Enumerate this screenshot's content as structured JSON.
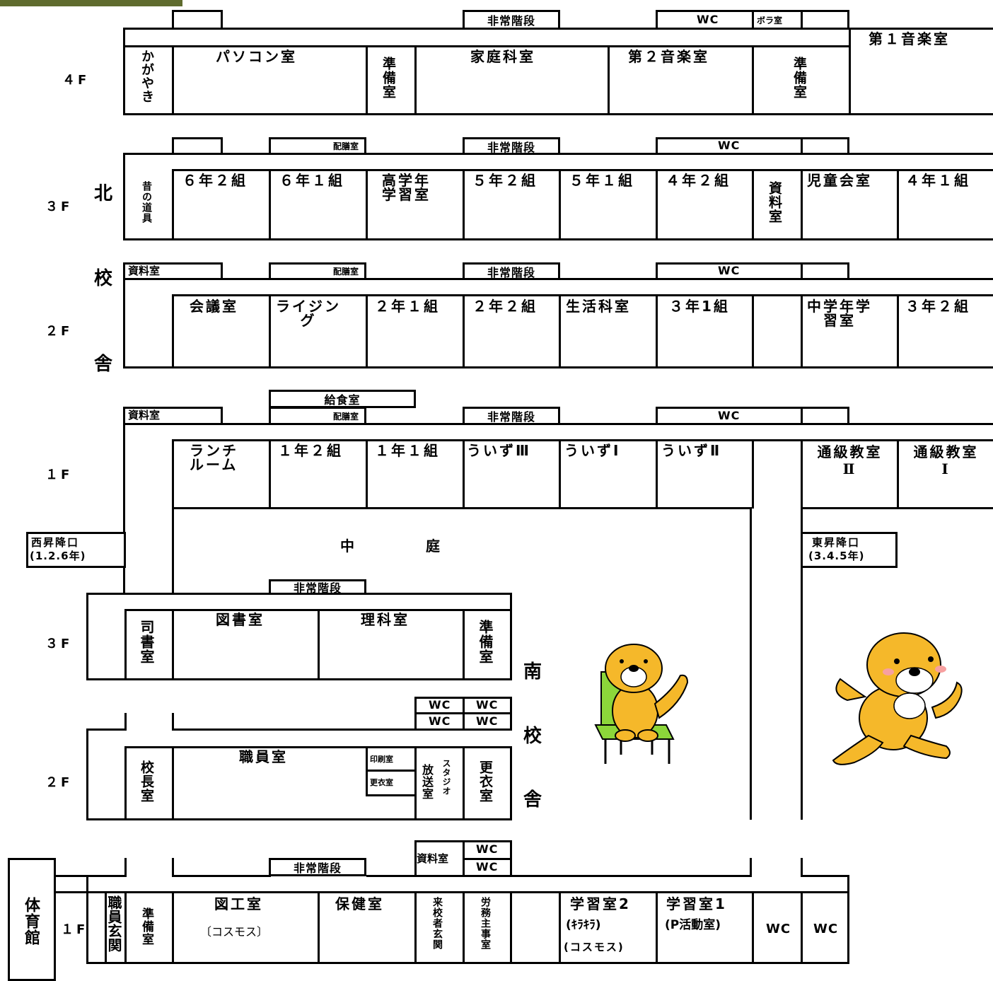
{
  "floors": {
    "f4": "４F",
    "f3_north": "３F",
    "f2_north": "２F",
    "f1_north": "１F",
    "f3_south": "３F",
    "f2_south": "２F",
    "f1_south": "１F"
  },
  "buildings": {
    "north": [
      "北",
      "校",
      "舎"
    ],
    "south": [
      "南",
      "校",
      "舎"
    ]
  },
  "floor4": {
    "emergency_stairs": "非常階段",
    "wc": "WC",
    "volunteer_room": "ボラ室",
    "kagayaki": "かがやき",
    "pc_room": "パソコン室",
    "prep_room_a": "準備室",
    "home_ec_room": "家庭科室",
    "music_room_2": "第２音楽室",
    "prep_room_b": "準備室",
    "music_room_1": "第１音楽室"
  },
  "floor3_north": {
    "serving_room": "配膳室",
    "emergency_stairs": "非常階段",
    "wc": "WC",
    "old_tools": "昔の道具",
    "rooms": [
      "６年２組",
      "６年１組",
      "高学年学習室",
      "５年２組",
      "５年１組",
      "４年２組"
    ],
    "materials_room": "資料室",
    "student_council_room": "児童会室",
    "class_4_1": "４年１組"
  },
  "floor2_north": {
    "materials_room": "資料室",
    "serving_room": "配膳室",
    "emergency_stairs": "非常階段",
    "wc": "WC",
    "meeting_room": "会議室",
    "rising": "ライジング",
    "class_2_1": "２年１組",
    "class_2_2": "２年２組",
    "life_science_room": "生活科室",
    "class_3_1": "３年1組",
    "middle_grade_room": "中学年学習室",
    "class_3_2": "３年２組"
  },
  "floor1_north": {
    "kitchen": "給食室",
    "materials_room": "資料室",
    "serving_room": "配膳室",
    "emergency_stairs": "非常階段",
    "wc": "WC",
    "lunch_room": "ランチルーム",
    "class_1_2": "１年２組",
    "class_1_1": "１年１組",
    "wiz_3": "ういずⅢ",
    "wiz_1": "ういずⅠ",
    "wiz_2": "ういずⅡ",
    "resource_room_2_line1": "通級教室",
    "resource_room_2_line2": "Ⅱ",
    "resource_room_1_line1": "通級教室",
    "resource_room_1_line2": "Ⅰ"
  },
  "courtyard": {
    "label_a": "中",
    "label_b": "庭",
    "west_entrance_line1": "西昇降口",
    "west_entrance_line2": "(1.2.6年)",
    "east_entrance_line1": "東昇降口",
    "east_entrance_line2": "(3.4.5年)"
  },
  "floor3_south": {
    "emergency_stairs": "非常階段",
    "librarian_room": "司書室",
    "library": "図書室",
    "science_room": "理科室",
    "prep_room": "準備室"
  },
  "floor2_south": {
    "wc": [
      "WC",
      "WC",
      "WC",
      "WC"
    ],
    "principal_room": "校長室",
    "staff_room": "職員室",
    "printing_room": "印刷室",
    "changing_room_small": "更衣室",
    "broadcast_room": "放送室",
    "studio": "スタジオ",
    "changing_room": "更衣室"
  },
  "floor1_south": {
    "materials_room": "資料室",
    "wc_top": "WC",
    "wc_bottom": "WC",
    "emergency_stairs": "非常階段",
    "gym": "体育館",
    "staff_entrance": "職員玄関",
    "prep_room": "準備室",
    "art_room": "図工室",
    "art_room_sub": "〔コスモス〕",
    "health_room": "保健室",
    "visitor_entrance": "来校者玄関",
    "custodian_room": "労務主事室",
    "study_room_2": "学習室2",
    "study_room_2_sub1": "(ｷﾗｷﾗ)",
    "study_room_2_sub2": "(コスモス)",
    "study_room_1": "学習室1",
    "study_room_1_sub": "(P活動室)",
    "wc_a": "WC",
    "wc_b": "WC"
  },
  "colors": {
    "header_bar": "#5f6b2e",
    "mascot_body": "#f5b82a",
    "chair": "#8cd63a"
  },
  "icons": [
    "otter-mascot-sitting-icon",
    "otter-mascot-running-icon"
  ]
}
